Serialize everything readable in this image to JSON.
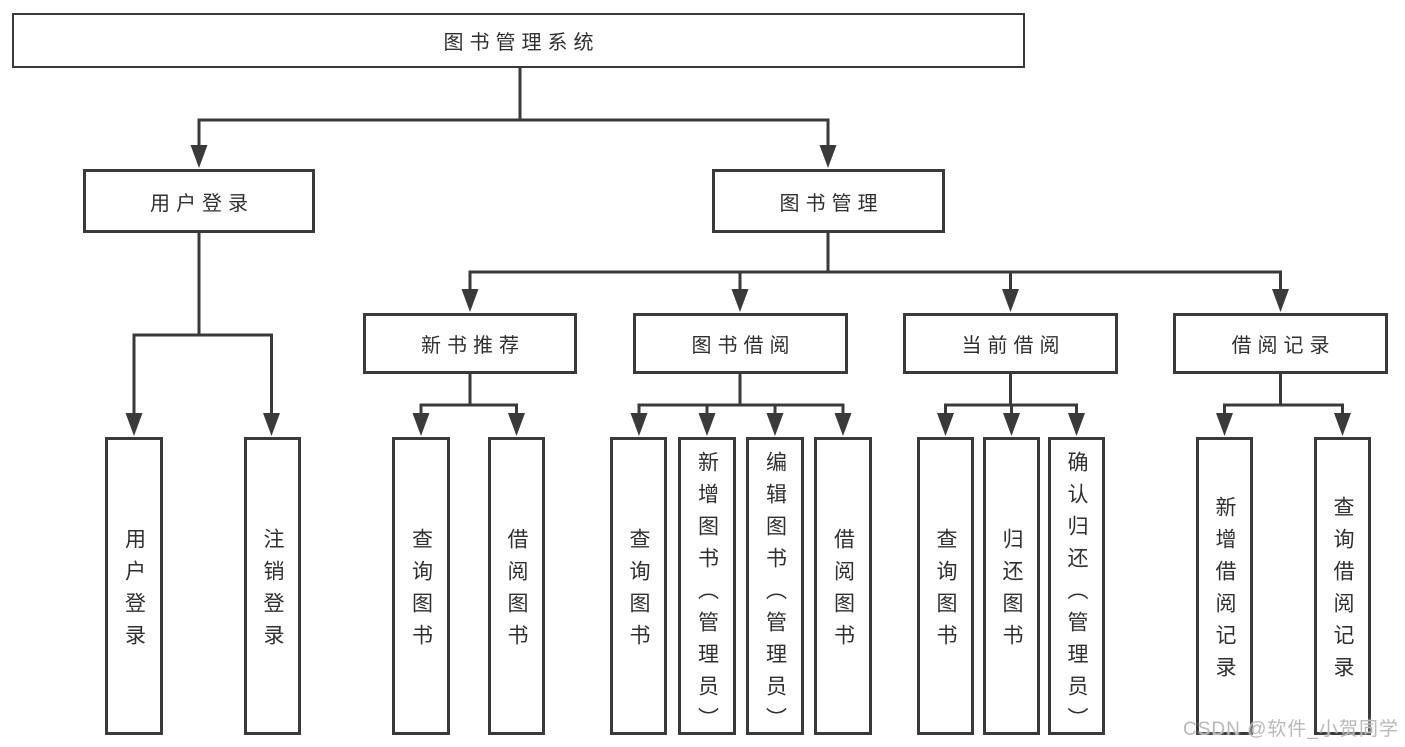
{
  "diagram": {
    "type": "hierarchy-tree",
    "colors": {
      "line": "#3a3a3a",
      "box_border": "#3a3a3a",
      "box_fill": "#ffffff",
      "text": "#303030",
      "watermark": "#b9b9b9",
      "background": "#ffffff"
    },
    "nodes": {
      "system": {
        "label": "图书管理系统",
        "children": [
          "user_login",
          "book_mgmt"
        ]
      },
      "user_login": {
        "label": "用户登录",
        "children": [
          "ul_login",
          "ul_logout"
        ]
      },
      "book_mgmt": {
        "label": "图书管理",
        "children": [
          "new_book",
          "book_borrow",
          "current_borrow",
          "borrow_records"
        ]
      },
      "new_book": {
        "label": "新书推荐",
        "children": [
          "nb_query",
          "nb_borrow"
        ]
      },
      "book_borrow": {
        "label": "图书借阅",
        "children": [
          "bb_query",
          "bb_add",
          "bb_edit",
          "bb_borrow"
        ]
      },
      "current_borrow": {
        "label": "当前借阅",
        "children": [
          "cb_query",
          "cb_return",
          "cb_confirm"
        ]
      },
      "borrow_records": {
        "label": "借阅记录",
        "children": [
          "br_add",
          "br_query"
        ]
      },
      "ul_login": {
        "label": "用户登录"
      },
      "ul_logout": {
        "label": "注销登录"
      },
      "nb_query": {
        "label": "查询图书"
      },
      "nb_borrow": {
        "label": "借阅图书"
      },
      "bb_query": {
        "label": "查询图书"
      },
      "bb_add": {
        "label": "新增图书（管理员）"
      },
      "bb_edit": {
        "label": "编辑图书（管理员）"
      },
      "bb_borrow": {
        "label": "借阅图书"
      },
      "cb_query": {
        "label": "查询图书"
      },
      "cb_return": {
        "label": "归还图书"
      },
      "cb_confirm": {
        "label": "确认归还（管理员）"
      },
      "br_add": {
        "label": "新增借阅记录"
      },
      "br_query": {
        "label": "查询借阅记录"
      }
    }
  },
  "watermark": {
    "text": "CSDN @软件_小贺同学"
  }
}
